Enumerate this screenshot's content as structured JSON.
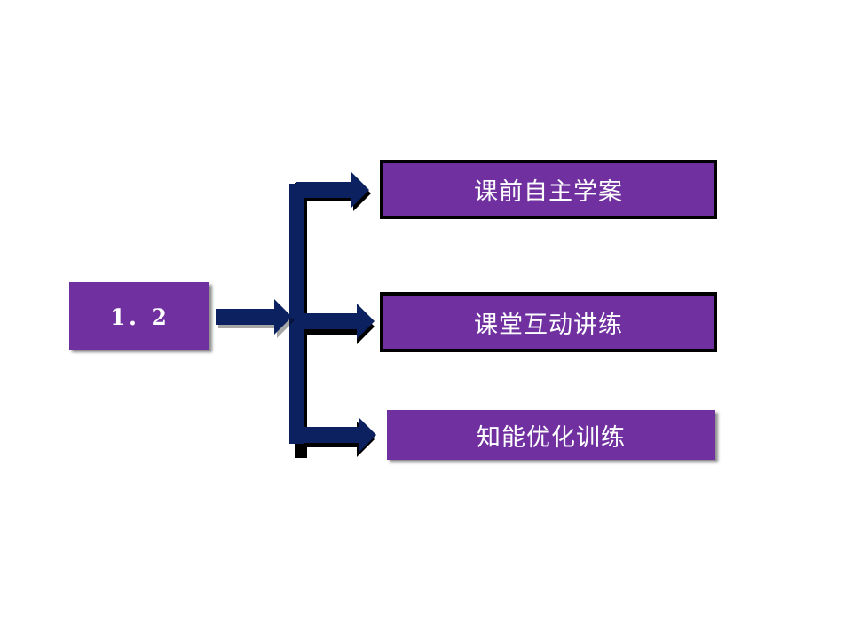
{
  "root": {
    "label": "1．2"
  },
  "branches": [
    {
      "label": "课前自主学案"
    },
    {
      "label": "课堂互动讲练"
    },
    {
      "label": "知能优化训练"
    }
  ],
  "colors": {
    "box_fill": "#7030A0",
    "connector": "#0B2160",
    "shadow": "#000000",
    "text": "#FFFFFF"
  }
}
